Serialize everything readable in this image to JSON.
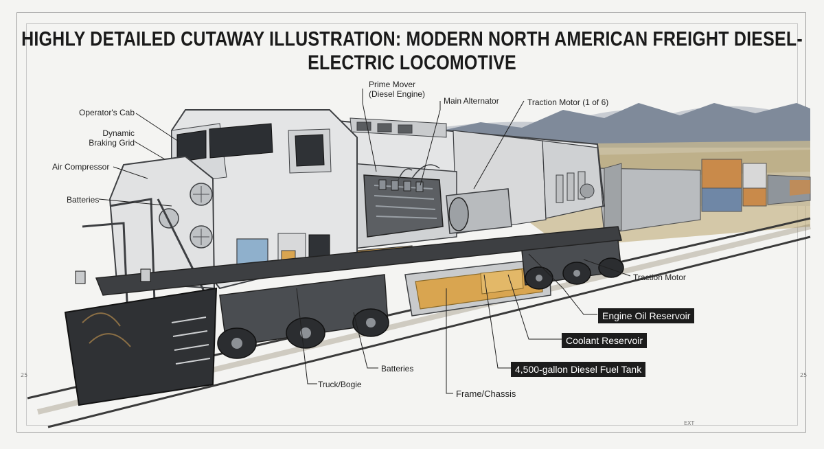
{
  "title": "HIGHLY DETAILED CUTAWAY ILLUSTRATION: MODERN NORTH AMERICAN FREIGHT DIESEL-ELECTRIC LOCOMOTIVE",
  "labels": {
    "operators_cab": "Operator's Cab",
    "dynamic_braking_grid": "Dynamic\nBraking Grid",
    "air_compressor": "Air Compressor",
    "batteries_left": "Batteries",
    "prime_mover": "Prime Mover\n(Diesel Engine)",
    "main_alternator": "Main Alternator",
    "traction_motor_1of6": "Traction Motor (1 of 6)",
    "traction_motor": "Traction Motor",
    "engine_oil_reservoir": "Engine Oil Reservoir",
    "coolant_reservoir": "Coolant Reservoir",
    "fuel_tank": "4,500-gallon Diesel Fuel Tank",
    "frame_chassis": "Frame/Chassis",
    "batteries_bottom": "Batteries",
    "truck_bogie": "Truck/Bogie"
  },
  "corner_marks": {
    "left_mark": "25",
    "right_mark": "25",
    "bottom_right_mark": "EXT"
  },
  "colors": {
    "body": "#e4e5e6",
    "body_shade": "#c9cbcd",
    "dark_metal": "#3d3f42",
    "fuel": "#d9a550",
    "coolant": "#8fb0cc",
    "container_orange": "#c98a4a",
    "container_blue": "#6f87a6",
    "hills": "#7f8a9a"
  }
}
